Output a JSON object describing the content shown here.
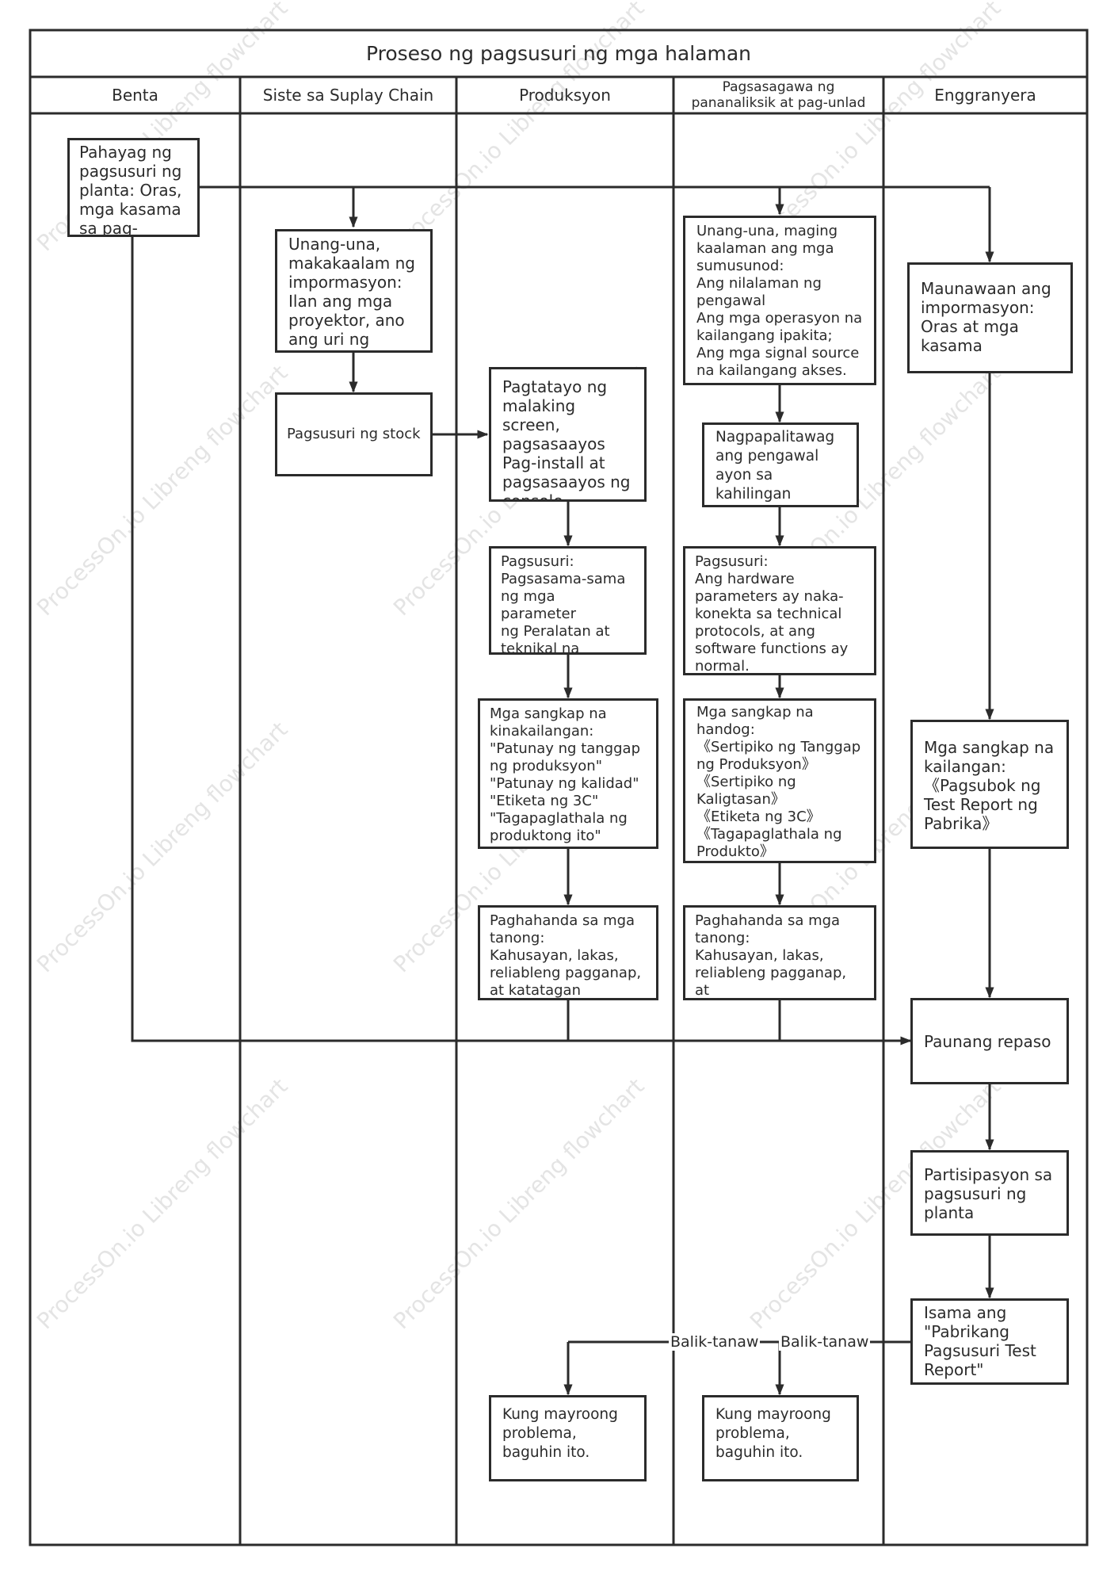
{
  "diagram": {
    "title": "Proseso ng pagsusuri ng mga halaman",
    "lanes": [
      "Benta",
      "Siste sa Suplay Chain",
      "Produksyon",
      "Pagsasagawa ng\npananaliksik at pag-unlad",
      "Enggranyera"
    ],
    "watermark": "ProcessOn.io Libreng flowchart",
    "nodes": {
      "benta_announce": "Pahayag ng\npagsusuri ng\nplanta: Oras,\nmga kasama\nsa pag-attend",
      "sc_first": "Unang-una,\nmakakaalam ng\nimpormasyon:\nIlan ang mga\nproyektor, ano\nang uri ng konsol",
      "sc_stock": "Pagsusuri ng stock",
      "prod_setup": "Pagtatayo ng\nmalaking screen,\npagsasaayos\nPag-install at\npagsasaayos ng\nconsole",
      "prod_check": "Pagsusuri:\nPagsasama-sama\nng mga parameter\nng Peralatan at\nteknikal  na\nprotokol",
      "prod_components": "Mga sangkap na\nkinakailangan:\n\"Patunay ng tanggap\nng produksyon\"\n\"Patunay ng kalidad\"\n\"Etiketa ng 3C\"\n\"Tagapaglathala ng\nproduktong ito\"",
      "prod_prepare": "Paghahanda sa mga\ntanong:\nKahusayan, lakas,\nreliableng pagganap,\nat katatagan",
      "prod_fix": "Kung mayroong\nproblema,\nbaguhin ito.",
      "rd_first": "Unang-una, maging\nkaalaman ang mga\nsumusunod:\nAng nilalaman ng\npengawal\nAng mga operasyon na\nkailangang ipakita;\nAng mga signal source\nna kailangang akses.",
      "rd_replace": "Nagpapalitawag\nang pengawal\nayon sa\nkahilingan",
      "rd_check": "Pagsusuri:\nAng hardware\nparameters ay naka-\nkonekta sa technical\nprotocols, at ang\nsoftware functions ay\nnormal.",
      "rd_components": "Mga sangkap na\nhandog:\n《Sertipiko ng Tanggap\nng Produksyon》\n《Sertipiko ng\nKaligtasan》\n《Etiketa ng 3C》\n《Tagapaglathala ng\nProdukto》",
      "rd_prepare": "Paghahanda sa mga\ntanong:\nKahusayan, lakas,\nreliableng pagganap, at\nkatatagan",
      "rd_fix": "Kung mayroong\nproblema,\nbaguhin ito.",
      "eng_understand": "Maunawaan ang\nimpormasyon:\nOras at mga\nkasama",
      "eng_components": "Mga sangkap na\nkailangan:\n《Pagsubok ng\nTest Report ng\nPabrika》",
      "eng_review": "Paunang repaso",
      "eng_participate": "Partisipasyon sa\npagsusuri ng\nplanta",
      "eng_merge": "Isama ang\n\"Pabrikang\nPagsusuri Test\nReport\""
    },
    "edge_labels": {
      "feedback_left": "Balik-tanaw",
      "feedback_right": "Balik-tanaw"
    }
  }
}
